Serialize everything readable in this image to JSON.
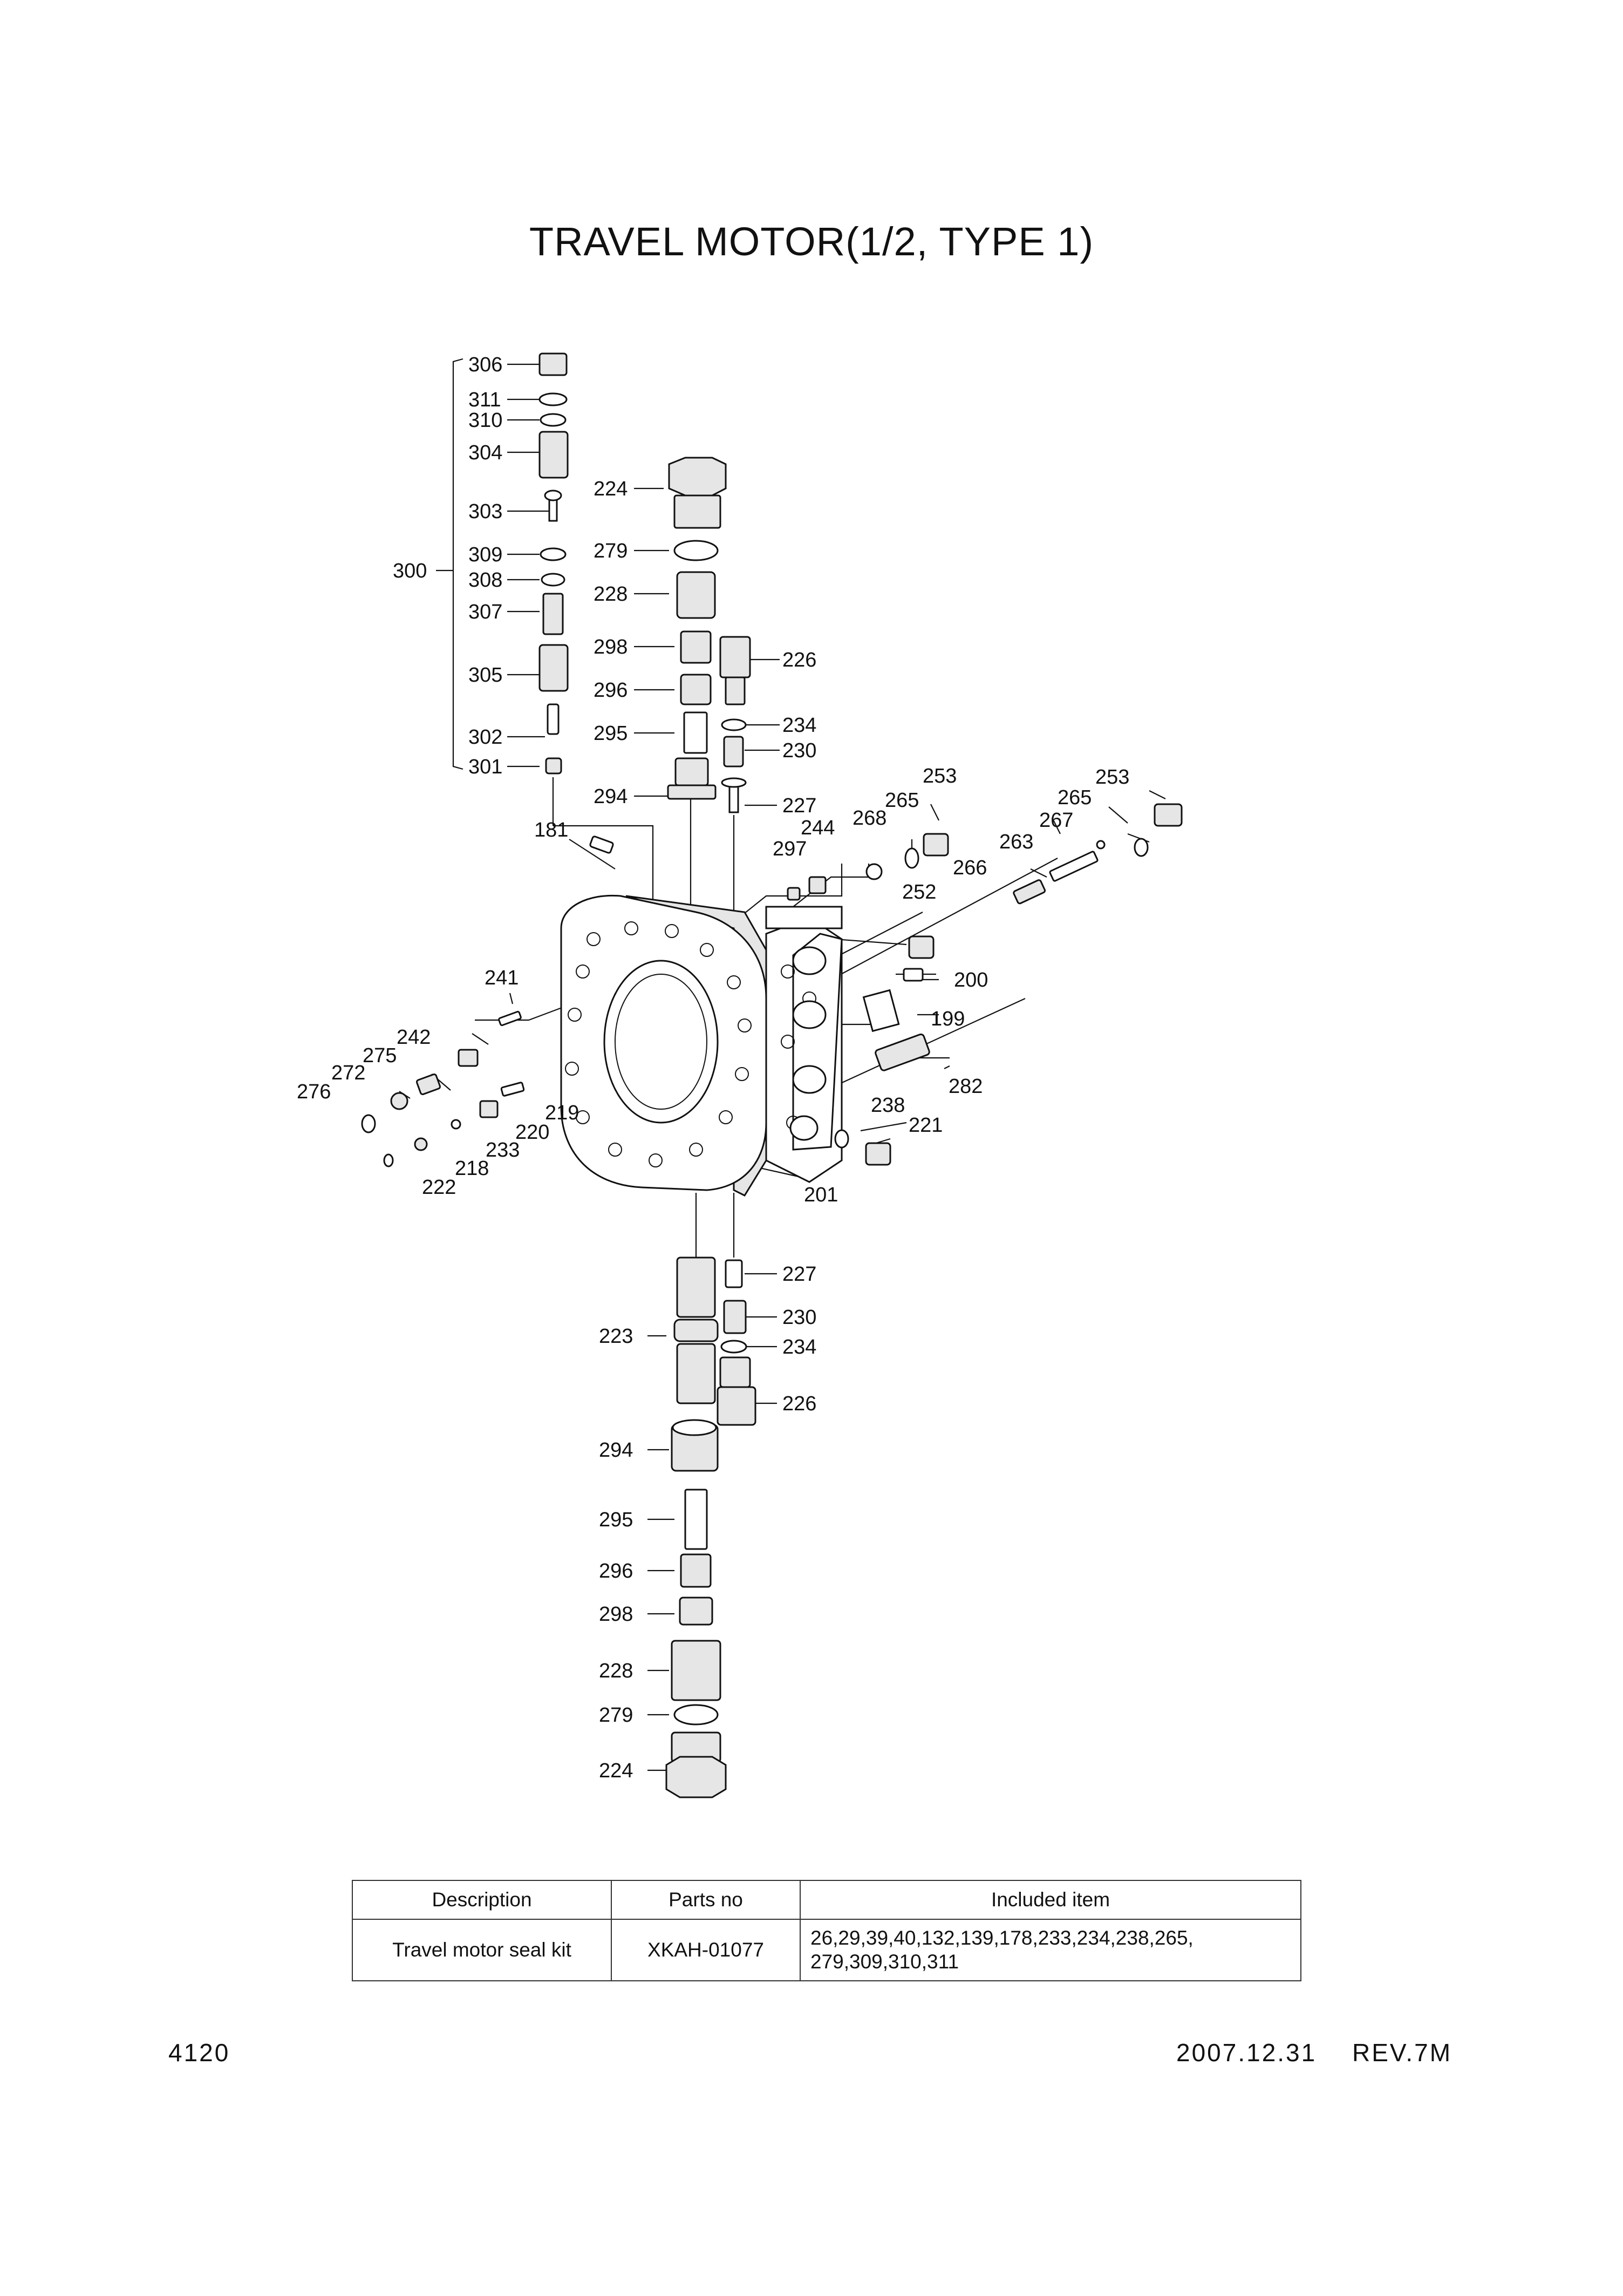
{
  "title": "TRAVEL MOTOR(1/2, TYPE 1)",
  "callouts": [
    "306",
    "311",
    "310",
    "304",
    "303",
    "309",
    "308",
    "307",
    "305",
    "302",
    "301",
    "300",
    "224",
    "279",
    "228",
    "298",
    "226",
    "296",
    "295",
    "234",
    "230",
    "294",
    "227",
    "181",
    "268",
    "244",
    "297",
    "265",
    "253",
    "267",
    "263",
    "266",
    "252",
    "241",
    "200",
    "199",
    "242",
    "275",
    "272",
    "276",
    "282",
    "238",
    "221",
    "219",
    "220",
    "233",
    "218",
    "222",
    "201",
    "227",
    "230",
    "223",
    "234",
    "226",
    "294",
    "295",
    "296",
    "298",
    "228",
    "279",
    "224",
    "253",
    "265"
  ],
  "kit_table": {
    "headers": [
      "Description",
      "Parts no",
      "Included item"
    ],
    "rows": [
      {
        "description": "Travel motor seal kit",
        "parts_no": "XKAH-01077",
        "included_line1": "26,29,39,40,132,139,178,233,234,238,265,",
        "included_line2": "279,309,310,311"
      }
    ]
  },
  "footer": {
    "page_number": "4120",
    "date": "2007.12.31",
    "revision": "REV.7M"
  }
}
